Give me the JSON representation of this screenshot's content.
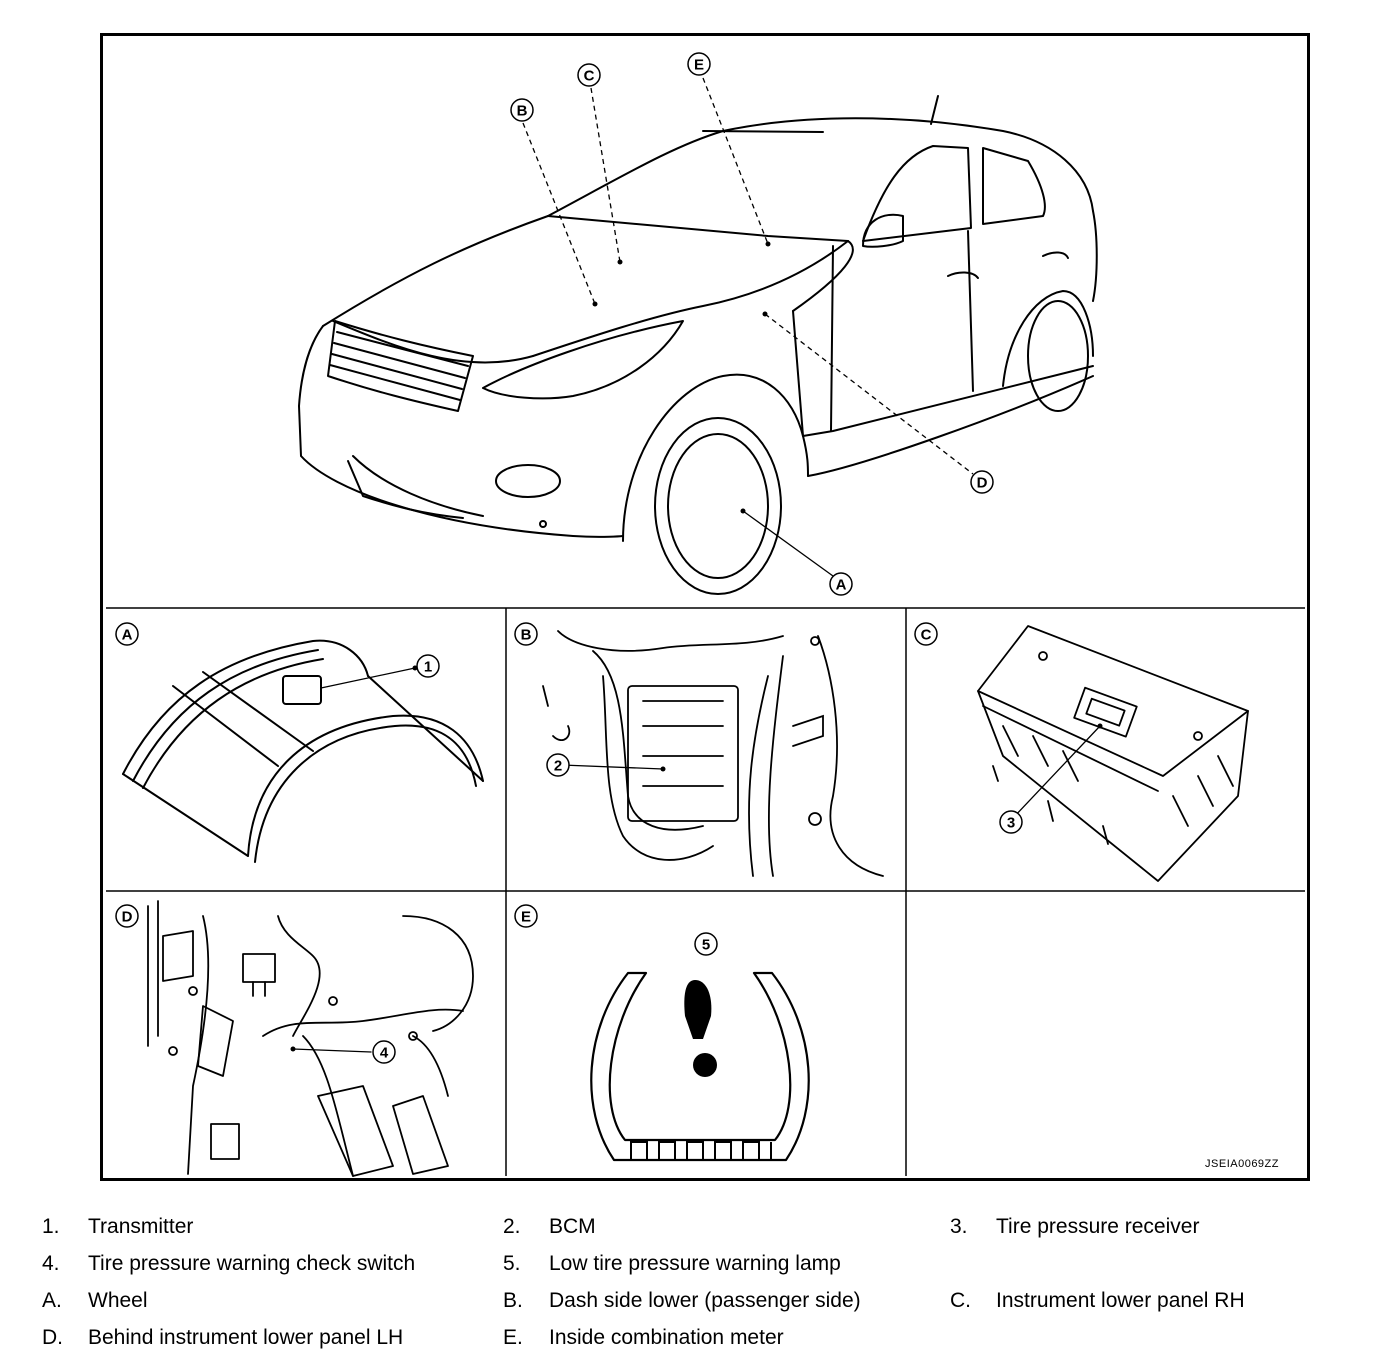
{
  "callouts": {
    "A": "A",
    "B": "B",
    "C": "C",
    "D": "D",
    "E": "E",
    "n1": "1",
    "n2": "2",
    "n3": "3",
    "n4": "4",
    "n5": "5"
  },
  "figure_id": "JSEIA0069ZZ",
  "legend": [
    {
      "key": "1.",
      "text": "Transmitter"
    },
    {
      "key": "2.",
      "text": "BCM"
    },
    {
      "key": "3.",
      "text": "Tire pressure receiver"
    },
    {
      "key": "4.",
      "text": "Tire pressure warning check switch"
    },
    {
      "key": "5.",
      "text": "Low tire pressure warning lamp"
    },
    {
      "key": "A.",
      "text": "Wheel"
    },
    {
      "key": "B.",
      "text": "Dash side lower (passenger side)"
    },
    {
      "key": "C.",
      "text": "Instrument lower panel RH"
    },
    {
      "key": "D.",
      "text": "Behind instrument lower panel LH"
    },
    {
      "key": "E.",
      "text": "Inside combination meter"
    }
  ]
}
